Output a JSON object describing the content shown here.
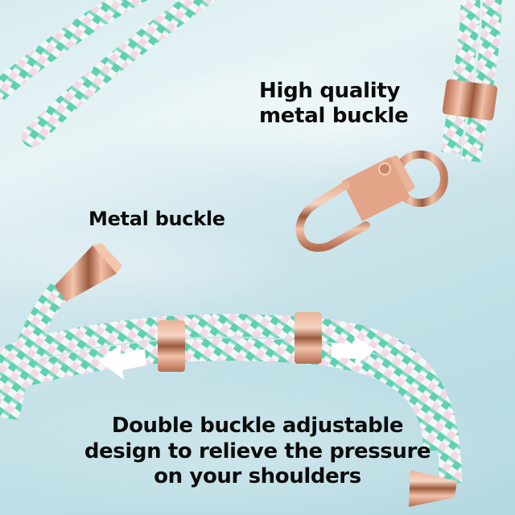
{
  "labels": {
    "high_quality": {
      "lines": [
        "High quality",
        "metal buckle"
      ]
    },
    "metal_buckle": {
      "text": "Metal buckle"
    },
    "double_buckle": {
      "lines": [
        "Double buckle adjustable",
        "design to relieve the pressure",
        "on your shoulders"
      ]
    }
  },
  "colors": {
    "background": "#c9e4ea",
    "cord_mint": "#5fd1b3",
    "cord_pink": "#f3dbe6",
    "cord_white": "#f4f7f6",
    "metal_rose_gold": "#d99a7c",
    "metal_shadow": "#9c5a3e",
    "text": "#0c0c0c",
    "arrow": "#ffffff"
  },
  "icons": {
    "left_arrow": "arrow-left-icon",
    "right_arrow": "arrow-right-icon"
  }
}
